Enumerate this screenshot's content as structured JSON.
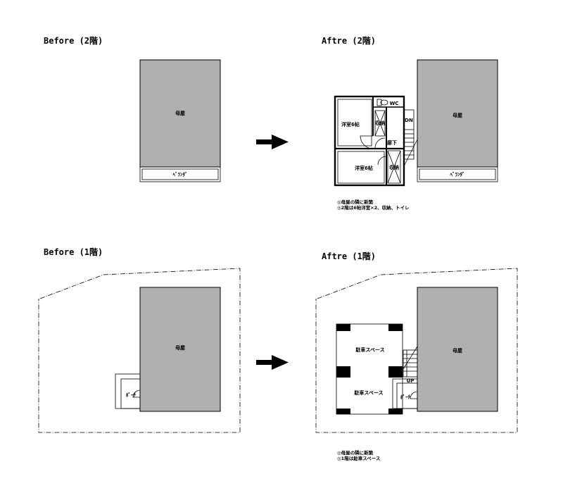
{
  "panels": {
    "before_2f": {
      "title": "Before (2階)",
      "main_house": "母屋",
      "veranda": "ﾍﾞﾗﾝﾀﾞ"
    },
    "after_2f": {
      "title": "Aftre (2階)",
      "main_house": "母屋",
      "veranda": "ﾍﾞﾗﾝﾀﾞ",
      "room_upper": "洋室6帖",
      "room_lower": "洋室6帖",
      "storage_upper": "収納",
      "storage_lower": "収納",
      "wc": "WC",
      "corridor": "廊下",
      "stairs_dn": "DN",
      "notes": [
        "◎母屋の隣に新築",
        "◎2階は6帖洋室×2、収納、トイレ"
      ]
    },
    "before_1f": {
      "title": "Before (1階)",
      "main_house": "母屋",
      "porch": "ﾎﾟｰﾁ"
    },
    "after_1f": {
      "title": "Aftre (1階)",
      "main_house": "母屋",
      "porch": "ﾎﾟｰﾁ",
      "parking_upper": "駐車スペース",
      "parking_lower": "駐車スペース",
      "stairs_up": "UP",
      "notes": [
        "◎母屋の隣に新築",
        "◎1階は駐車スペース"
      ]
    }
  },
  "icons": [
    "arrow-right-icon",
    "toilet-icon",
    "door-swing-icon",
    "stairs-icon"
  ],
  "colors": {
    "house_fill": "#b0b0b0",
    "line": "#000000",
    "background": "#ffffff"
  }
}
